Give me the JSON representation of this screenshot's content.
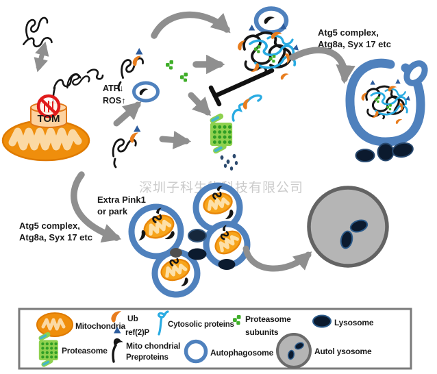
{
  "watermark": "深圳子科生物科技有限公司",
  "annotations": {
    "tom": "TOM",
    "atp": "ATP↓",
    "ros": "ROS↑",
    "atg5_top_line1": "Atg5 complex,",
    "atg5_top_line2": "Atg8a, Syx 17 etc",
    "extra_pink_line1": "Extra Pink1",
    "extra_pink_line2": "or park",
    "atg5_bottom_line1": "Atg5 complex,",
    "atg5_bottom_line2": "Atg8a, Syx 17 etc"
  },
  "legend": {
    "mitochondria": "Mitochondria",
    "proteasome": "Proteasome",
    "ub": "Ub",
    "ref2p": "ref(2)P",
    "mito_preproteins_line1": "Mito chondrial",
    "mito_preproteins_line2": "Preproteins",
    "cytosolic_proteins": "Cytosolic proteins",
    "autophagosome": "Autophagosome",
    "proteasome_subunits_line1": "Proteasome",
    "proteasome_subunits_line2": "subunits",
    "lysosome": "Lysosome",
    "autolysosome": "Autol ysosome"
  },
  "colors": {
    "autophagosome_blue": "#4f81bd",
    "mitochondria_orange": "#ef8e0c",
    "mitochondria_cristae": "#fbd9a4",
    "ub_orange": "#e87d1e",
    "ref2p_blue": "#2e5d9e",
    "cytosolic_cyan": "#29abe2",
    "proteasome_green": "#8fd14f",
    "proteasome_dots": "#2f9e25",
    "subunit_green": "#3fae29",
    "lysosome_navy": "#0b1a2e",
    "autolysosome_gray": "#b5b5b5",
    "arrow_gray": "#8f8f8f",
    "prohibition_red": "#e01b1b",
    "watermark_gray": "#bdbdbd"
  }
}
